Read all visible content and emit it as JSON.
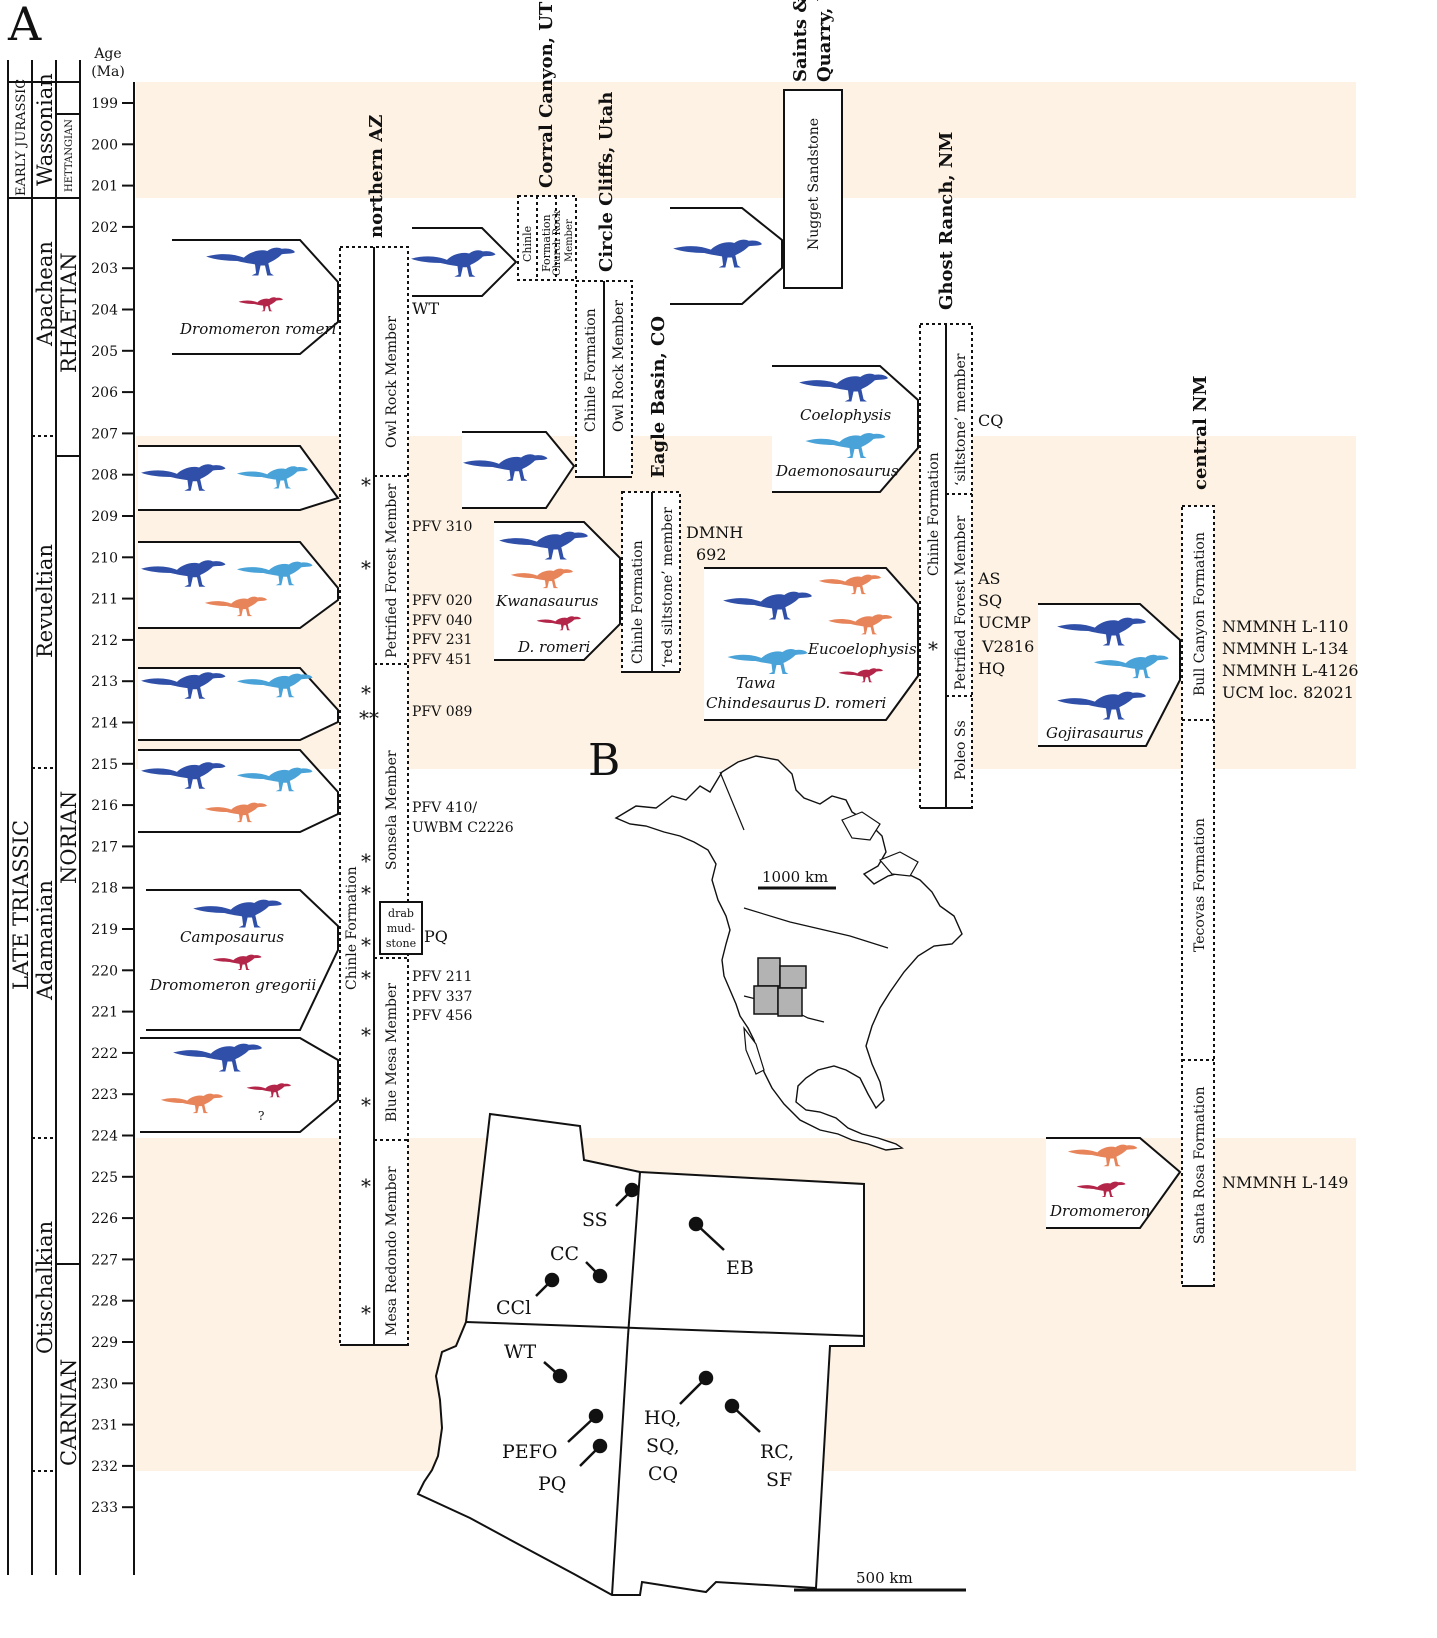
{
  "panel_labels": {
    "a": "A",
    "b": "B"
  },
  "age_axis": {
    "title_line1": "Age",
    "title_line2": "(Ma)",
    "ticks": [
      "199",
      "200",
      "201",
      "202",
      "203",
      "204",
      "205",
      "206",
      "207",
      "208",
      "209",
      "210",
      "211",
      "212",
      "213",
      "214",
      "215",
      "216",
      "217",
      "218",
      "219",
      "220",
      "221",
      "222",
      "223",
      "224",
      "225",
      "226",
      "227",
      "228",
      "229",
      "230",
      "231",
      "232",
      "233"
    ]
  },
  "bands_color": "#fdf2e3",
  "timescale": {
    "early_jurassic": "EARLY JURASSIC",
    "late_triassic": "LATE TRIASSIC",
    "wassonian": "Wassonian",
    "apachean": "Apachean",
    "revueltian": "Revueltian",
    "adamanian": "Adamanian",
    "otischalkian": "Otischalkian",
    "hettangian": "HETTANGIAN",
    "rhaetian": "RHAETIAN",
    "norian": "NORIAN",
    "carnian": "CARNIAN"
  },
  "localities": {
    "northern_az": "northern AZ",
    "corral_canyon": "Corral Canyon, UT",
    "circle_cliffs": "Circle Cliffs, Utah",
    "saints": "Saints &",
    "quarry": "Quarry, U",
    "eagle_basin": "Eagle Basin, CO",
    "ghost_ranch": "Ghost Ranch, NM",
    "central_nm": "central NM"
  },
  "units": {
    "chinle_formation": "Chinle Formation",
    "owl_rock": "Owl Rock Member",
    "petrified_forest": "Petrified Forest Member",
    "sonsela": "Sonsela Member",
    "blue_mesa": "Blue Mesa Member",
    "mesa_redondo": "Mesa Redondo Member",
    "drab1": "drab",
    "drab2": "mud-",
    "drab3": "stone",
    "cc_chinle": "Chinle",
    "cc_formation": "Formation",
    "cc_church1": "Church Rock",
    "cc_church2": "Member",
    "nugget": "Nugget Sandstone",
    "red_siltstone": "‘red siltstone’ member",
    "siltstone": "‘siltstone’ member",
    "poleo": "Poleo Ss",
    "bull_canyon": "Bull Canyon Formation",
    "tecovas": "Tecovas Formation",
    "santa_rosa": "Santa Rosa Formation"
  },
  "specimens": {
    "wt": "WT",
    "pfv310": "PFV 310",
    "pfv020": "PFV 020",
    "pfv040": "PFV 040",
    "pfv231": "PFV 231",
    "pfv451": "PFV 451",
    "pfv089": "PFV 089",
    "pfv410": "PFV 410/",
    "uwbm": "UWBM C2226",
    "pq": "PQ",
    "pfv211": "PFV 211",
    "pfv337": "PFV 337",
    "pfv456": "PFV 456",
    "dmnh1": "DMNH",
    "dmnh2": "692",
    "cq": "CQ",
    "as": "AS",
    "sq": "SQ",
    "ucmp": "UCMP",
    "v2816": "V2816",
    "hq": "HQ",
    "l110": "NMMNH L-110",
    "l134": "NMMNH L-134",
    "l4126": "NMMNH L-4126",
    "ucm": "UCM loc. 82021",
    "l149": "NMMNH L-149"
  },
  "taxa": {
    "d_romeri_full": "Dromomeron romeri",
    "camposaurus": "Camposaurus",
    "d_gregorii": "Dromomeron gregorii",
    "question": "?",
    "kwanasaurus": "Kwanasaurus",
    "d_romeri": "D. romeri",
    "coelophysis": "Coelophysis",
    "daemonosaurus": "Daemonosaurus",
    "eucoelophysis": "Eucoelophysis",
    "tawa": "Tawa",
    "chindesaurus": "Chindesaurus",
    "gojirasaurus": "Gojirasaurus",
    "dromomeron": "Dromomeron"
  },
  "silhouette_colors": {
    "dark_blue": "#2f4fa8",
    "light_blue": "#4aa3d8",
    "orange": "#e8845a",
    "crimson": "#b3264a"
  },
  "map": {
    "scale_na": "1000 km",
    "scale_sw": "500 km",
    "sites": {
      "ss": "SS",
      "cc": "CC",
      "ccl": "CCl",
      "eb": "EB",
      "wt": "WT",
      "pefo": "PEFO",
      "pq": "PQ",
      "hq": "HQ,",
      "sq": "SQ,",
      "cq": "CQ",
      "rc": "RC,",
      "sf": "SF"
    }
  }
}
